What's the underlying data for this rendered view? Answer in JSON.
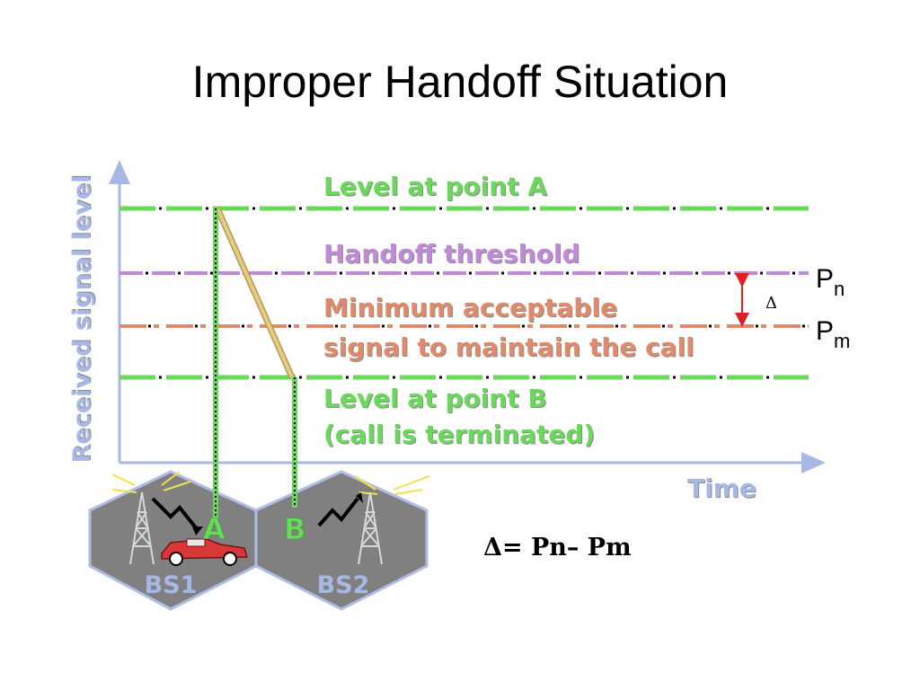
{
  "title": "Improper Handoff Situation",
  "diagram": {
    "y_axis_label": "Received signal level",
    "x_axis_label": "Time",
    "levels": {
      "level_a": "Level at point A",
      "handoff_threshold": "Handoff threshold",
      "minimum_line1": "Minimum acceptable",
      "minimum_line2": "signal to maintain the call",
      "level_b_line1": "Level at point B",
      "level_b_line2": "(call is terminated)"
    },
    "pn_main": "P",
    "pn_sub": "n",
    "pm_main": "P",
    "pm_sub": "m",
    "delta_symbol": "Δ",
    "formula": "Δ= Pn– Pm",
    "point_a": "A",
    "point_b": "B",
    "bs1": "BS1",
    "bs2": "BS2"
  },
  "colors": {
    "level_green": "#6ad85a",
    "threshold_purple": "#c08ad8",
    "minimum_orange": "#e08a6a",
    "axis_blue": "#a8b8e6",
    "hex_fill": "#808080",
    "hex_stroke": "#b0bce6",
    "slope": "#d8c07a",
    "arrow_red": "#e02020"
  }
}
